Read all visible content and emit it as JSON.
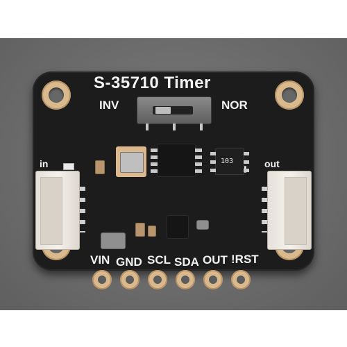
{
  "board": {
    "title": "S-35710 Timer",
    "switch_left": "INV",
    "switch_right": "NOR",
    "conn_left": "in",
    "conn_right": "out",
    "resistor_code": "103",
    "pins_top": [
      "GND",
      "SDA",
      "!RST"
    ],
    "pins_bottom": [
      "VIN",
      "SCL",
      "OUT"
    ]
  },
  "colors": {
    "background": "#6c6c6c",
    "pcb": "#1c1c1c",
    "gold": "#dbb98e",
    "silkscreen": "#f3f3f3"
  }
}
